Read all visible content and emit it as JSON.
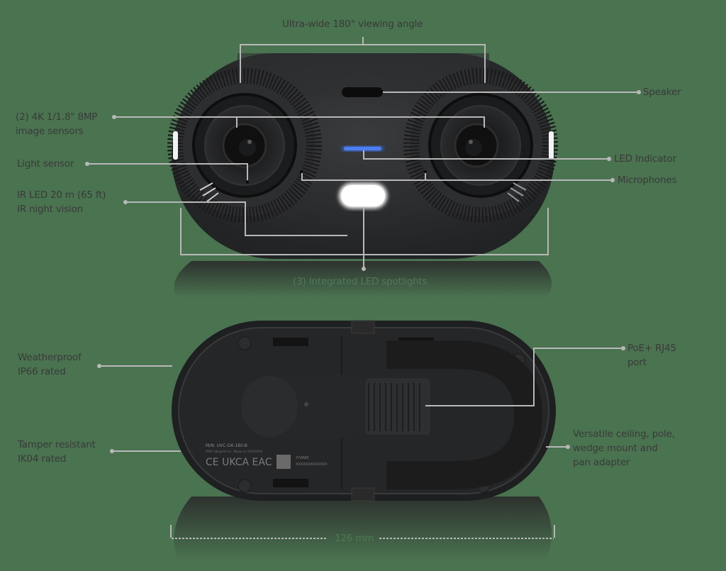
{
  "colors": {
    "background": "#4a7350",
    "device_body": "#2b2c2e",
    "led_indicator": "#3b6fe8",
    "spotlight": "#ffffff",
    "label_text": "#3a3a3a",
    "leader_line": "#b8b8b8"
  },
  "front_view": {
    "top_callout": "Ultra-wide 180° viewing angle",
    "bottom_callout": "(3) Integrated LED spotlights",
    "left_callouts": [
      {
        "line1": "(2) 4K 1/1.8\" 8MP",
        "line2": "image sensors"
      },
      {
        "line1": "Light sensor",
        "line2": ""
      },
      {
        "line1": "IR LED 20 m (65 ft)",
        "line2": "IR night vision"
      }
    ],
    "right_callouts": [
      {
        "line1": "Speaker"
      },
      {
        "line1": "LED Indicator"
      },
      {
        "line1": "Microphones"
      }
    ]
  },
  "back_view": {
    "left_callouts": [
      {
        "line1": "Weatherproof",
        "line2": "IP66 rated"
      },
      {
        "line1": "Tamper resistant",
        "line2": "IK04 rated"
      }
    ],
    "right_callouts": [
      {
        "line1": "PoE+ RJ45",
        "line2": "port",
        "line3": ""
      },
      {
        "line1": "Versatile ceiling, pole,",
        "line2": "wedge mount and",
        "line3": "pan adapter"
      }
    ],
    "device_label": {
      "model": "M/N: UVC-G6-180-B",
      "info": "IP66   Ubiquiti Inc.   Made in XXXXXXX",
      "marks": "CE UKCA EAC",
      "date_code": "YYWWC",
      "serial": "XXXXXXXXXXXXX"
    }
  },
  "dimension": {
    "width_label": "126 mm"
  }
}
